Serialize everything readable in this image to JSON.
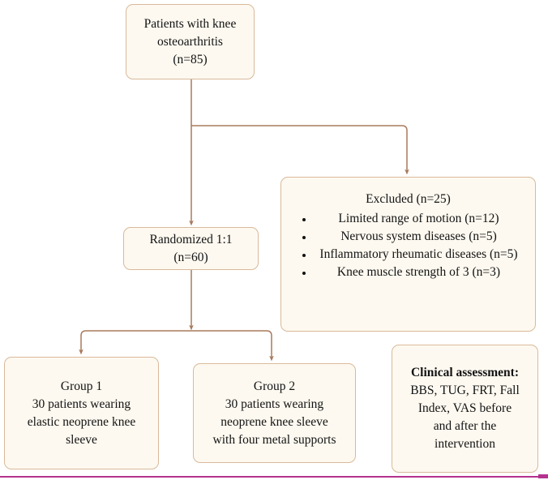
{
  "diagram": {
    "type": "flowchart",
    "title": "CONSORT participant flow diagram",
    "colors": {
      "box_fill": "#fdf9f0",
      "box_border": "#d9b99b",
      "connector": "#a97a5c",
      "text": "#131313",
      "bottom_rule": "#b4338f"
    },
    "nodes": {
      "source": {
        "lines": [
          "Patients with knee",
          "osteoarthritis",
          "(n=85)"
        ]
      },
      "randomized": {
        "lines": [
          "Randomized 1:1",
          "(n=60)"
        ]
      },
      "excluded": {
        "title": "Excluded (n=25)",
        "items": [
          "Limited range of motion (n=12)",
          "Nervous system diseases (n=5)",
          "Inflammatory rheumatic diseases (n=5)",
          "Knee muscle strength of 3 (n=3)"
        ]
      },
      "group1": {
        "lines": [
          "Group 1",
          "30 patients wearing",
          "elastic neoprene knee",
          "sleeve"
        ]
      },
      "group2": {
        "lines": [
          "Group 2",
          "30 patients wearing",
          "neoprene knee sleeve",
          "with four metal supports"
        ]
      },
      "assessment": {
        "title": "Clinical assessment:",
        "lines": [
          "BBS, TUG, FRT, Fall",
          "Index, VAS before",
          "and after the",
          "intervention"
        ]
      }
    },
    "connectors": [
      {
        "name": "source-to-randomized",
        "from": "source",
        "to": "randomized"
      },
      {
        "name": "source-to-excluded",
        "from": "source",
        "to": "excluded"
      },
      {
        "name": "randomized-to-group1",
        "from": "randomized",
        "to": "group1"
      },
      {
        "name": "randomized-to-group2",
        "from": "randomized",
        "to": "group2"
      }
    ]
  }
}
